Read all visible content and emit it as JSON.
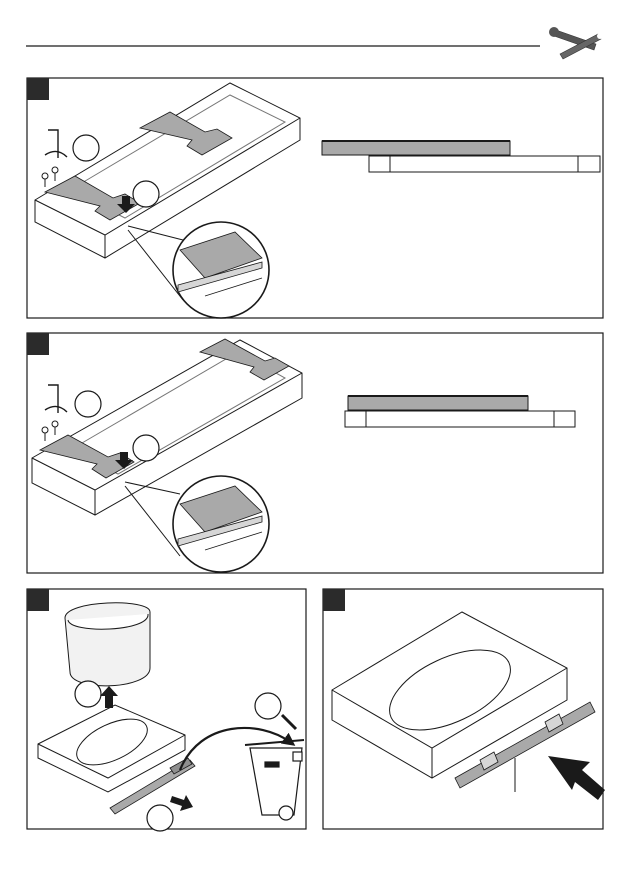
{
  "header": {
    "icon": "tools-icon"
  },
  "panels": [
    {
      "id": "panel-1",
      "icon": "step-marker"
    },
    {
      "id": "panel-2",
      "icon": "step-marker"
    },
    {
      "id": "panel-3",
      "icon": "step-marker"
    },
    {
      "id": "panel-4",
      "icon": "step-marker"
    }
  ],
  "colors": {
    "line": "#1a1a1a",
    "gray_fill": "#a9a9a9",
    "light_gray": "#d6d6d6",
    "marker": "#2b2b2b"
  }
}
